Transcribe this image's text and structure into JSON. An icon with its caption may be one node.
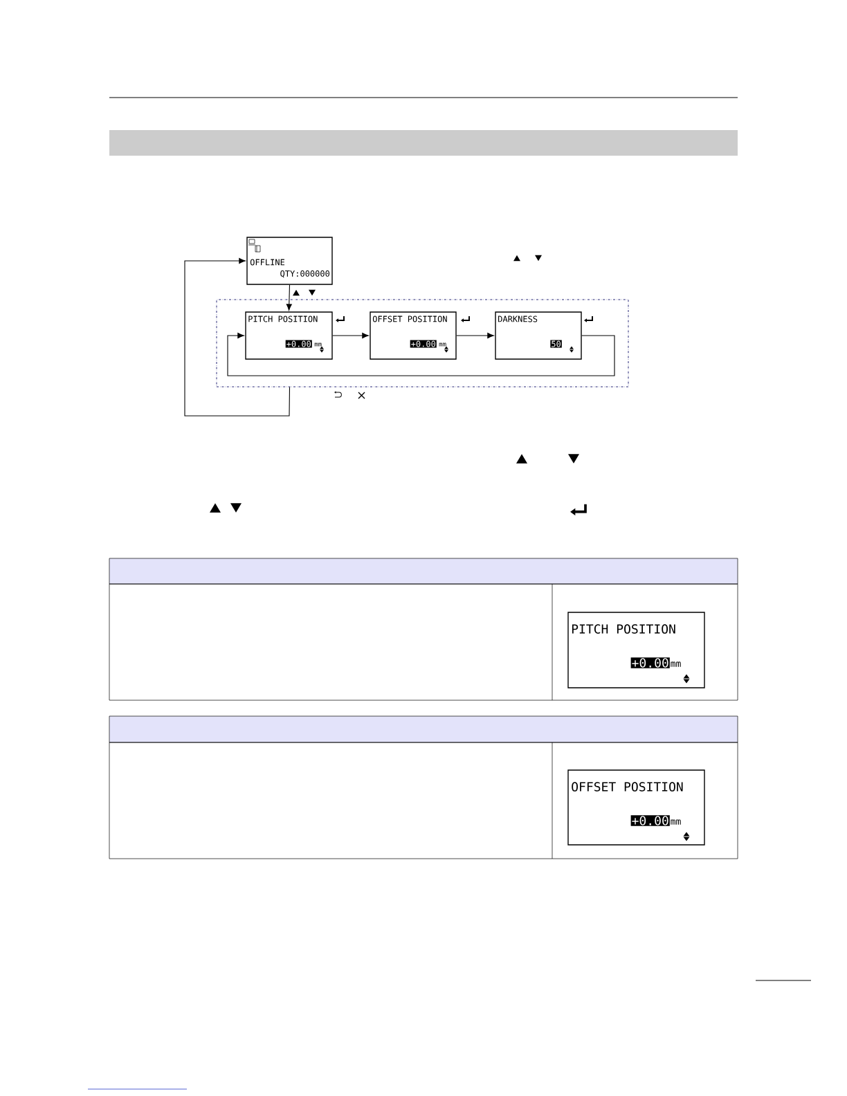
{
  "diagram": {
    "nodes": [
      {
        "text": [
          "OFFLINE",
          "QTY:000000"
        ]
      },
      {
        "text": [],
        "shape": "box"
      },
      {
        "text": [
          "PITCH POSITION",
          "+0.00",
          "mm"
        ],
        "in": 1
      },
      {
        "text": [
          "OFFSET POSITION",
          "+0.00",
          "mm"
        ],
        "in": 1
      },
      {
        "text": [
          "DARKNESS",
          "50"
        ],
        "in": 1
      },
      {
        "text": [
          "PITCH POSITION",
          "+0.00",
          "mm"
        ]
      },
      {
        "text": [
          "OFFSET POSITION",
          "+0.00",
          "mm"
        ]
      }
    ],
    "edges": [
      {
        "from": 0,
        "to": 2,
        "arrow": "to"
      },
      {
        "from": 2,
        "to": 3,
        "arrow": "to"
      },
      {
        "from": 3,
        "to": 4,
        "arrow": "to"
      },
      {
        "from": 4,
        "to": 2,
        "arrow": "to"
      },
      {
        "from": 1,
        "to": 0,
        "arrow": "to"
      }
    ]
  }
}
